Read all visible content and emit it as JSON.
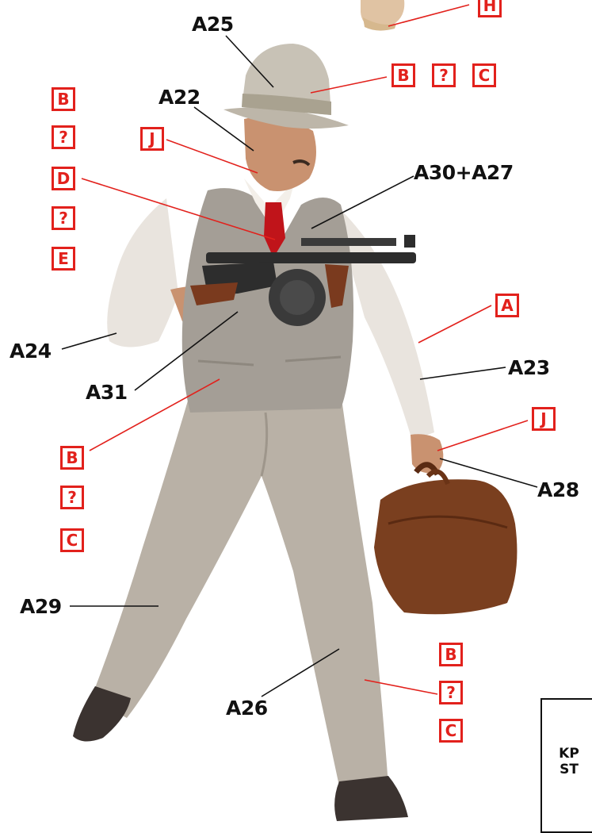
{
  "colors": {
    "paint_box": "#e2211c",
    "part_text": "#111111",
    "vest": "#a49e96",
    "shirt": "#e9e4de",
    "trousers": "#b9b1a6",
    "hat": "#c8c2b6",
    "tie": "#c0141a",
    "bag": "#7a3f1f",
    "gun": "#2d2d2d",
    "wood": "#7a3a1e",
    "shoes": "#3b3330",
    "skin": "#c99270"
  },
  "part_labels": {
    "hat": "A25",
    "head": "A22",
    "vest": "A30+A27",
    "left_arm": "A24",
    "gun_hand": "A31",
    "right_arm": "A23",
    "bag_hand": "A28",
    "left_leg": "A29",
    "right_leg": "A26"
  },
  "paint_codes": {
    "shoe_ref": "H",
    "hat_group": [
      "B",
      "?",
      "C"
    ],
    "left_column": [
      "B",
      "?",
      "D",
      "?",
      "E"
    ],
    "face": "J",
    "sleeve": "A",
    "hand": "J",
    "vest_group": [
      "B",
      "?",
      "C"
    ],
    "trouser_group": [
      "B",
      "?",
      "C"
    ]
  },
  "inset": {
    "line1": "KP",
    "line2": "ST"
  }
}
